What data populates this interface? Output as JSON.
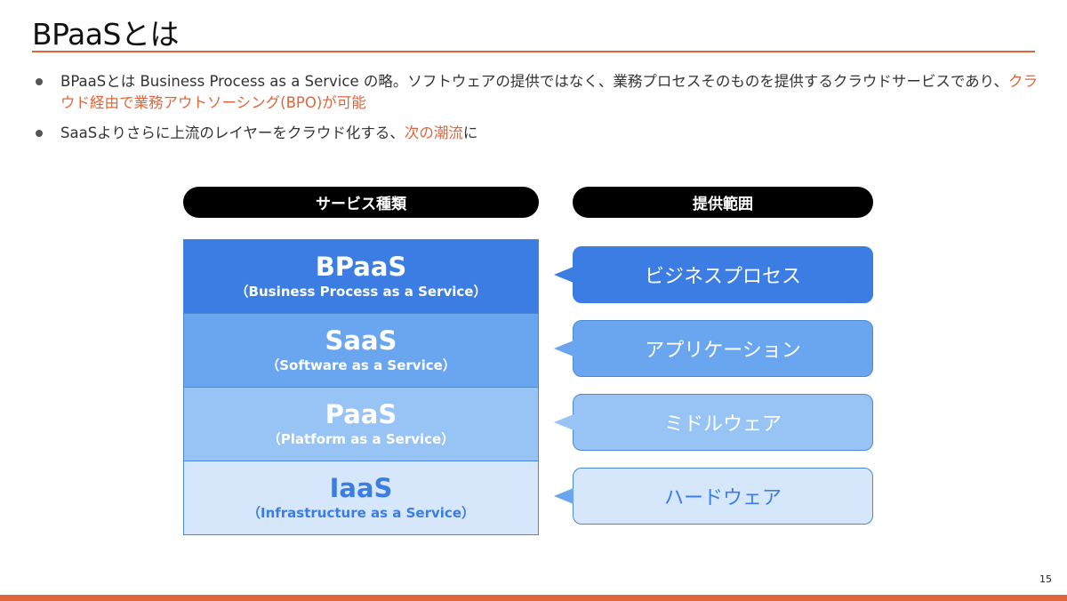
{
  "slide": {
    "title": "BPaaSとは",
    "page_number": "15"
  },
  "bullets": [
    {
      "text_before": "BPaaSとは Business Process as a Service の略。ソフトウェアの提供ではなく、業務プロセスそのものを提供するクラウドサービスであり、",
      "highlight": "クラウド経由で業務アウトソーシング(BPO)が可能",
      "text_after": ""
    },
    {
      "text_before": "SaaSよりさらに上流のレイヤーをクラウド化する、",
      "highlight": "次の潮流",
      "text_after": "に"
    }
  ],
  "diagram": {
    "left_header": "サービス種類",
    "right_header": "提供範囲",
    "layers": [
      {
        "name": "BPaaS",
        "sub": "（Business Process as a Service）",
        "scope": "ビジネスプロセス"
      },
      {
        "name": "SaaS",
        "sub": "（Software as a Service）",
        "scope": "アプリケーション"
      },
      {
        "name": "PaaS",
        "sub": "（Platform as a Service）",
        "scope": "ミドルウェア"
      },
      {
        "name": "IaaS",
        "sub": "（Infrastructure as a Service）",
        "scope": "ハードウェア"
      }
    ]
  },
  "colors": {
    "accent": "#e0653a",
    "layer_bpaas": "#3b7de3",
    "layer_saas": "#6aa6f0",
    "layer_paas": "#98c3f5",
    "layer_iaas": "#d6e7fb"
  }
}
